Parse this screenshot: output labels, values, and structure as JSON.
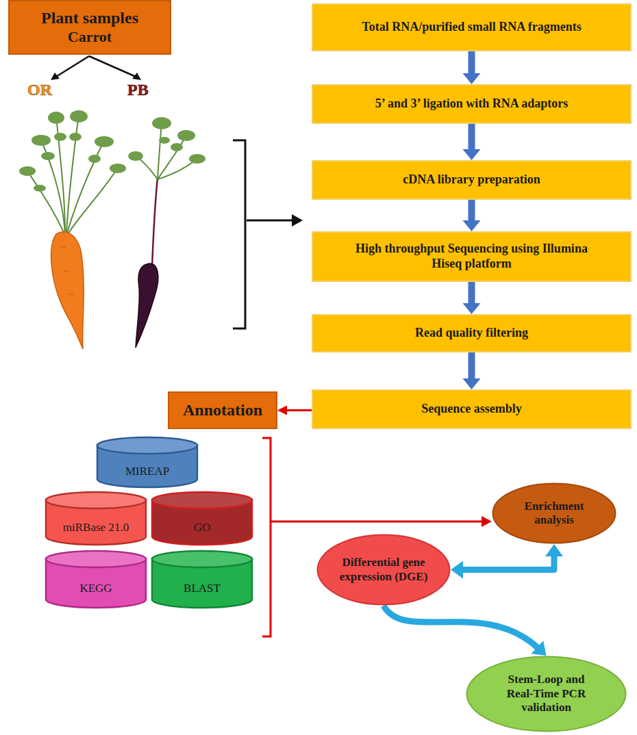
{
  "diagram": {
    "nodes": [
      {
        "text": [
          "Plant samples",
          "Carrot"
        ]
      },
      {
        "text": [
          "Total RNA/purified small RNA fragments"
        ]
      },
      {
        "text": [
          "5’ and 3’ ligation with RNA adaptors"
        ]
      },
      {
        "text": [
          "cDNA library preparation"
        ]
      },
      {
        "text": [
          "High throughput Sequencing using Illumina Hiseq platform"
        ]
      },
      {
        "text": [
          "Read quality filtering"
        ]
      },
      {
        "text": [
          "Sequence assembly"
        ]
      },
      {
        "text": [
          "Annotation"
        ]
      },
      {
        "text": [
          "MIREAP"
        ]
      },
      {
        "text": [
          "miRBase 21.0"
        ]
      },
      {
        "text": [
          "GO"
        ]
      },
      {
        "text": [
          "KEGG"
        ]
      },
      {
        "text": [
          "BLAST"
        ]
      },
      {
        "text": [
          "Enrichment analysis"
        ]
      },
      {
        "text": [
          "Differential gene expression (DGE)"
        ]
      },
      {
        "text": [
          "Stem-Loop and Real-Time PCR validation"
        ]
      }
    ],
    "edges": [
      {
        "from": 1,
        "to": 2,
        "arrow": "to"
      },
      {
        "from": 2,
        "to": 3,
        "arrow": "to"
      },
      {
        "from": 3,
        "to": 4,
        "arrow": "to"
      },
      {
        "from": 4,
        "to": 5,
        "arrow": "to"
      },
      {
        "from": 5,
        "to": 6,
        "arrow": "to"
      },
      {
        "from": 6,
        "to": 7,
        "arrow": "to"
      },
      {
        "from": 14,
        "to": 13,
        "arrow": "both"
      },
      {
        "from": 14,
        "to": 15,
        "arrow": "to"
      }
    ],
    "labels": [
      "OR",
      "PB"
    ]
  }
}
